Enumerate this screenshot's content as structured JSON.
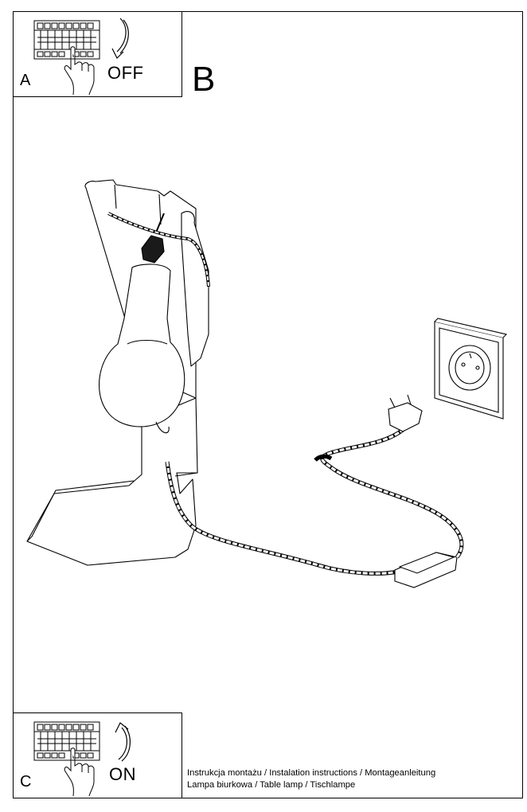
{
  "panel_a": {
    "letter": "A",
    "state_label": "OFF"
  },
  "panel_b": {
    "letter": "B"
  },
  "panel_c": {
    "letter": "C",
    "state_label": "ON"
  },
  "caption": {
    "line1": "Instrukcja montażu / Instalation instructions / Montageanleitung",
    "line2": "Lampa biurkowa / Table lamp / Tischlampe"
  },
  "icons": {
    "breaker": "circuit-breaker-panel-icon",
    "hand": "pointing-hand-icon",
    "arrow_off": "downward-curved-arrow-icon",
    "arrow_on": "upward-curved-arrow-icon",
    "lamp": "table-lamp-illustration",
    "socket": "wall-socket-icon",
    "plug": "power-plug-icon",
    "switch": "inline-cord-switch-icon"
  },
  "colors": {
    "line": "#000000",
    "background": "#ffffff"
  }
}
